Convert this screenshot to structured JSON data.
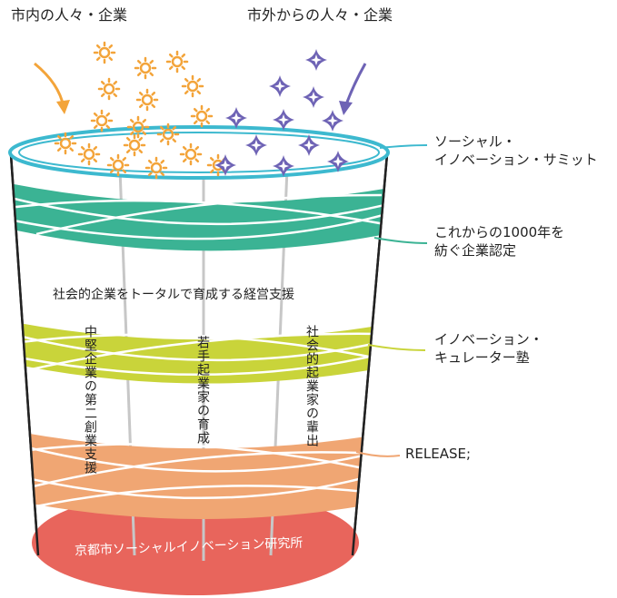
{
  "top_labels": {
    "left": "市内の人々・企業",
    "right": "市外からの人々・企業"
  },
  "right_labels": {
    "summit_line1": "ソーシャル・",
    "summit_line2": "イノベーション・サミット",
    "cert_line1": "これからの1000年を",
    "cert_line2": "紡ぐ企業認定",
    "curator_line1": "イノベーション・",
    "curator_line2": "キュレーター塾",
    "release": "RELEASE;"
  },
  "cup": {
    "center_text": "社会的企業をトータルで育成する経営支援",
    "pillar_left": "中堅企業の第二創業支援",
    "pillar_center": "若手起業家の育成",
    "pillar_right": "社会的起業家の輩出",
    "base_text": "京都市ソーシャルイノベーション研究所"
  },
  "colors": {
    "rim": "#3db9cf",
    "teal_band": "#3bb394",
    "yellow_band": "#c9d43a",
    "orange_band": "#f0a673",
    "base": "#e8655c",
    "sun": "#f3a43a",
    "star": "#6e63b5"
  },
  "icons": {
    "left_arrow": "curved-arrow-icon",
    "right_arrow": "curved-arrow-icon",
    "sun": "sun-icon",
    "star": "sparkle-star-icon"
  }
}
